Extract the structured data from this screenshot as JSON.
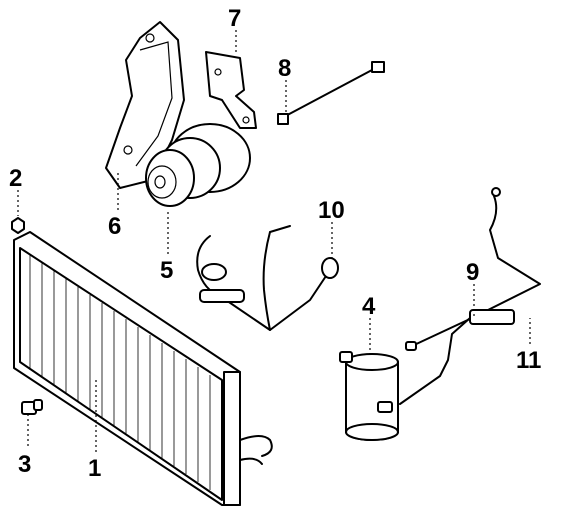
{
  "callouts": [
    {
      "id": "1",
      "text": "1",
      "part": "condenser"
    },
    {
      "id": "2",
      "text": "2",
      "part": "nut"
    },
    {
      "id": "3",
      "text": "3",
      "part": "sensor"
    },
    {
      "id": "4",
      "text": "4",
      "part": "receiver-drier"
    },
    {
      "id": "5",
      "text": "5",
      "part": "compressor"
    },
    {
      "id": "6",
      "text": "6",
      "part": "compressor-bracket"
    },
    {
      "id": "7",
      "text": "7",
      "part": "support-bracket"
    },
    {
      "id": "8",
      "text": "8",
      "part": "brace-rod"
    },
    {
      "id": "9",
      "text": "9",
      "part": "orifice-tube"
    },
    {
      "id": "10",
      "text": "10",
      "part": "hose-assembly"
    },
    {
      "id": "11",
      "text": "11",
      "part": "liquid-line"
    }
  ]
}
